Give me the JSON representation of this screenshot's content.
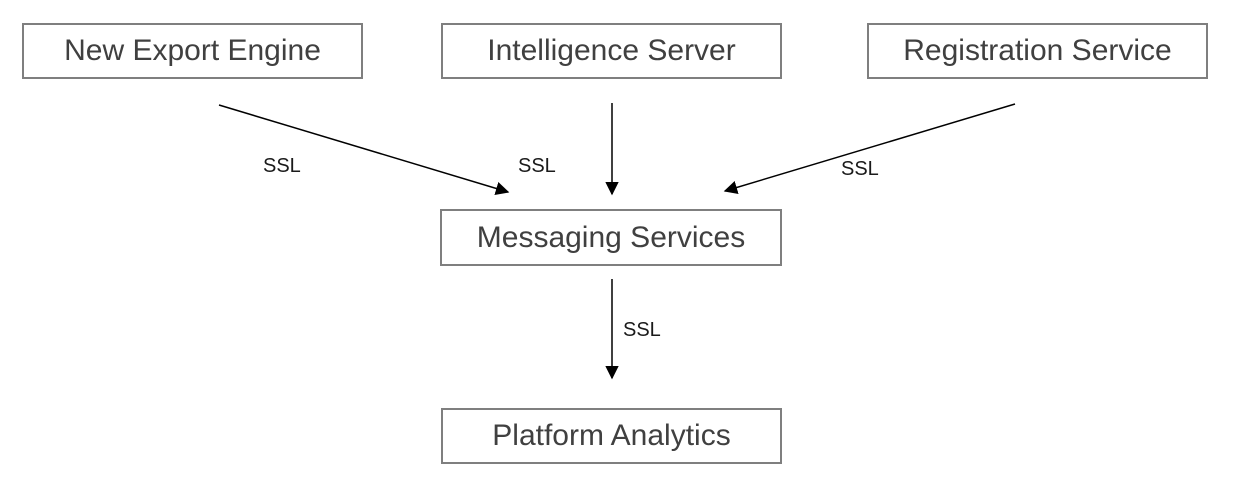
{
  "diagram": {
    "nodes": [
      {
        "id": "new-export-engine",
        "label": "New Export Engine"
      },
      {
        "id": "intelligence-server",
        "label": "Intelligence Server"
      },
      {
        "id": "registration-service",
        "label": "Registration Service"
      },
      {
        "id": "messaging-services",
        "label": "Messaging Services"
      },
      {
        "id": "platform-analytics",
        "label": "Platform Analytics"
      }
    ],
    "edges": [
      {
        "from": "New Export Engine",
        "to": "Messaging Services",
        "label": "SSL"
      },
      {
        "from": "Intelligence Server",
        "to": "Messaging Services",
        "label": "SSL"
      },
      {
        "from": "Registration Service",
        "to": "Messaging Services",
        "label": "SSL"
      },
      {
        "from": "Messaging Services",
        "to": "Platform Analytics",
        "label": "SSL"
      }
    ],
    "colors": {
      "background": "#ffffff",
      "node_border": "#7f7f7f",
      "node_text": "#404040",
      "arrow": "#000000",
      "edge_label_text": "#1a1a1a"
    }
  }
}
